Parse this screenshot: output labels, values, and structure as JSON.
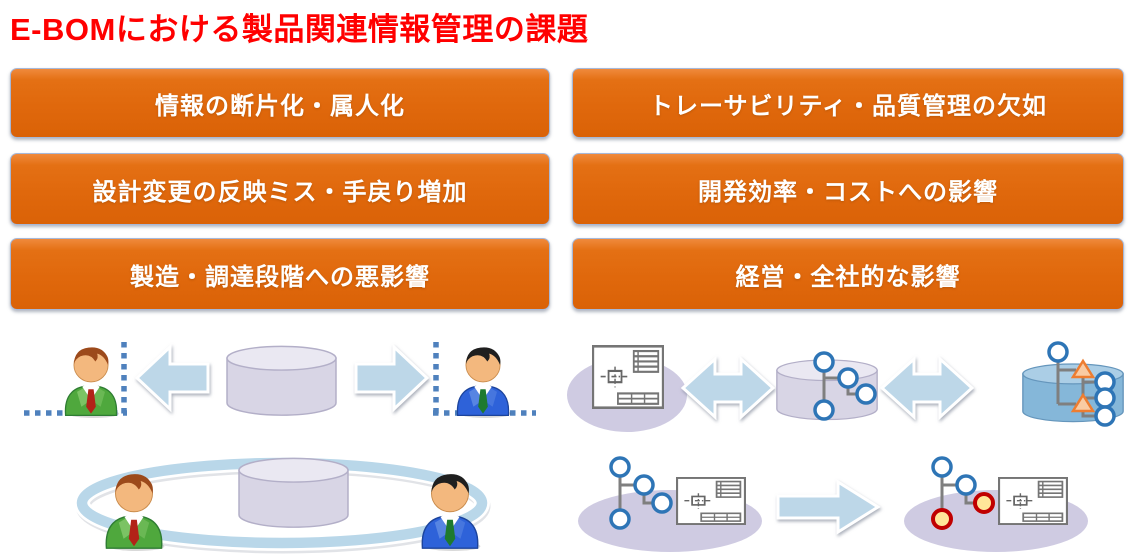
{
  "page": {
    "title": "E-BOMにおける製品関連情報管理の課題"
  },
  "challenge_boxes": [
    {
      "label": "情報の断片化・属人化"
    },
    {
      "label": "トレーサビリティ・品質管理の欠如"
    },
    {
      "label": "設計変更の反映ミス・手戻り増加"
    },
    {
      "label": "開発効率・コストへの影響"
    },
    {
      "label": "製造・調達段階への悪影響"
    },
    {
      "label": "経営・全社的な影響"
    }
  ],
  "colors": {
    "title_red": "#FF0000",
    "box_orange": "#E0680C",
    "box_border": "#A7B8D8",
    "box_text": "#FFFFFF",
    "arrow_blue": "#BDD7E8",
    "dotted_line_blue": "#4F81BD",
    "lavender_cylinder": "#D8D5E5",
    "blue_cylinder": "#85B7D9",
    "node_ring_blue": "#2E75B6",
    "alert_node_ring_red": "#C00000",
    "alert_node_fill_yellow": "#FFE699",
    "triangle_orange": "#ED7D31",
    "suit_green": "#4FA83D",
    "suit_blue": "#2E62D9"
  },
  "diagrams": {
    "left_top": {
      "icons": [
        "person-green-icon",
        "dotted-boundary-icon",
        "arrow-left-icon",
        "database-cylinder-icon",
        "arrow-right-icon",
        "person-blue-icon"
      ]
    },
    "left_bottom": {
      "icons": [
        "person-green-icon",
        "orbit-ring-icon",
        "database-cylinder-icon",
        "person-blue-icon"
      ]
    },
    "right_top": {
      "icons": [
        "cad-drawing-icon",
        "double-arrow-icon",
        "bom-tree-database-icon",
        "double-arrow-icon",
        "bom-tree-alert-database-icon"
      ]
    },
    "right_bottom": {
      "icons": [
        "bom-tree-icon",
        "cad-drawing-icon",
        "arrow-right-icon",
        "bom-tree-changed-icon",
        "cad-drawing-icon"
      ]
    }
  }
}
